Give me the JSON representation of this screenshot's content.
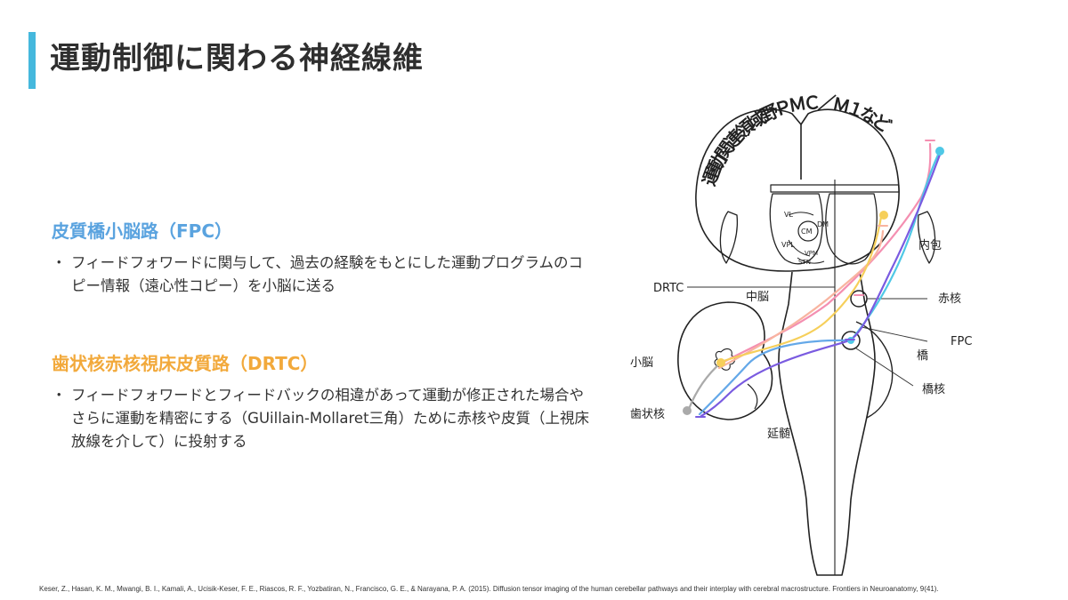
{
  "slide": {
    "title": "運動制御に関わる神経線維"
  },
  "sections": [
    {
      "heading": "皮質橋小脳路（FPC）",
      "color": "#5aa3df",
      "bullets": [
        "フィードフォワードに関与して、過去の経験をもとにした運動プログラムのコピー情報（遠心性コピー）を小脳に送る"
      ]
    },
    {
      "heading": "歯状核赤核視床皮質路（DRTC）",
      "color": "#f2a93b",
      "bullets": [
        "フィードフォワードとフィードバックの相違があって運動が修正された場合やさらに運動を精密にする（GUillain-Mollaret三角）ために赤核や皮質（上視床放線を介して）に投射する"
      ]
    }
  ],
  "bullet_mark": "・",
  "diagram": {
    "arc_label_chars": [
      "運",
      "動",
      "関",
      "連",
      "領",
      "域",
      "野",
      "Ｐ",
      "Ｍ",
      "Ｃ",
      "／",
      "Ｍ",
      "１",
      "な",
      "ど"
    ],
    "labels": {
      "vl": "VL",
      "cm": "CM",
      "dm": "DM",
      "vpl": "VPL",
      "vpm": "VPM",
      "stn": "STN",
      "internal_capsule": "内包",
      "drtc": "DRTC",
      "midbrain": "中脳",
      "red_nucleus": "赤核",
      "fpc": "FPC",
      "pons": "橋",
      "pontine_nuclei": "橋核",
      "cerebellum": "小脳",
      "dentate_nucleus": "歯状核",
      "medulla": "延髄"
    },
    "pathway_colors": {
      "pink": "#f48fb1",
      "pink_light": "#f8b4a0",
      "yellow": "#f6cf5a",
      "cyan": "#4fc8e6",
      "blue": "#64a8e8",
      "purple": "#7a5be0",
      "gray": "#aaaaaa"
    }
  },
  "citation": "Keser, Z., Hasan, K. M., Mwangi, B. I., Kamali, A., Ucisik-Keser, F. E., Riascos, R. F., Yozbatiran, N., Francisco, G. E., & Narayana, P. A. (2015). Diffusion tensor imaging of the human cerebellar pathways and their interplay with cerebral macrostructure. Frontiers in Neuroanatomy, 9(41)."
}
